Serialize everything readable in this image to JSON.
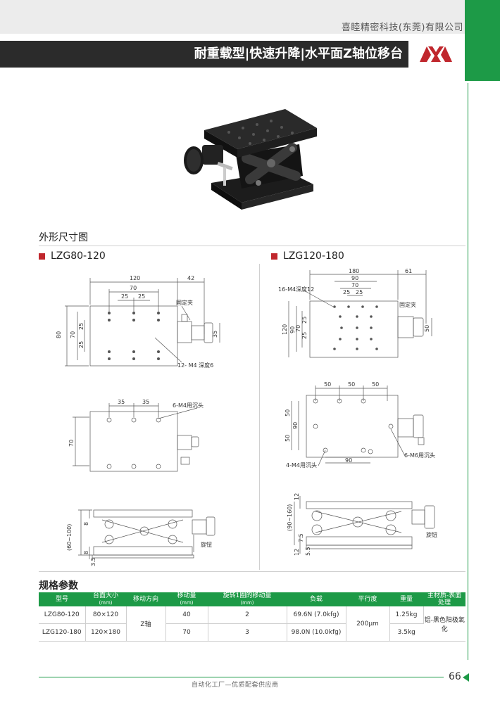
{
  "header": {
    "company": "喜睦精密科技(东莞)有限公司",
    "title": "耐重载型|快速升降|水平面Z轴位移台"
  },
  "section": {
    "dimensions_title": "外形尺寸图",
    "spec_title": "规格参数"
  },
  "models": {
    "left": "LZG80-120",
    "right": "LZG120-180"
  },
  "drawings": {
    "left_top": {
      "d120": "120",
      "d42": "42",
      "d70": "70",
      "d25a": "25",
      "d25b": "25",
      "d80": "80",
      "d70v": "70",
      "d25v1": "25",
      "d25v2": "25",
      "d35": "35",
      "clamp": "固定夹",
      "holes": "12- M4 深度6"
    },
    "left_mid": {
      "d35a": "35",
      "d35b": "35",
      "d70": "70",
      "holes": "6-M4用沉头"
    },
    "left_bot": {
      "range": "(60~100)",
      "d8a": "8",
      "d8b": "8",
      "d35": "3.5",
      "knob": "旋钮"
    },
    "right_top": {
      "d180": "180",
      "d61": "61",
      "d90": "90",
      "d70": "70",
      "d25a": "25",
      "d25b": "25",
      "d120": "120",
      "d90v": "90",
      "d70v": "70",
      "d25v1": "25",
      "d25v2": "25",
      "d50": "50",
      "clamp": "固定夹",
      "holes": "16-M4深度12"
    },
    "right_mid": {
      "d50a": "50",
      "d50b": "50",
      "d50c": "50",
      "d50v1": "50",
      "d90v": "90",
      "d50v2": "50",
      "d90": "90",
      "holes1": "4-M4用沉头",
      "holes2": "6-M6用沉头"
    },
    "right_bot": {
      "range": "(90~160)",
      "d12a": "12",
      "d75": "7.5",
      "d12b": "12",
      "d55": "5.5",
      "knob": "旋钮"
    }
  },
  "spec_table": {
    "headers": [
      {
        "main": "型号",
        "sub": ""
      },
      {
        "main": "台面大小",
        "sub": "(mm)"
      },
      {
        "main": "移动方向",
        "sub": ""
      },
      {
        "main": "移动量",
        "sub": "(mm)"
      },
      {
        "main": "旋转1圈的移动量",
        "sub": "(mm)"
      },
      {
        "main": "负载",
        "sub": ""
      },
      {
        "main": "平行度",
        "sub": ""
      },
      {
        "main": "重量",
        "sub": ""
      },
      {
        "main": "主材质-表面处理",
        "sub": ""
      }
    ],
    "rows": [
      {
        "model": "LZG80-120",
        "size": "80×120",
        "travel": "40",
        "per_rev": "2",
        "load": "69.6N (7.0kfg)",
        "weight": "1.25kg"
      },
      {
        "model": "LZG120-180",
        "size": "120×180",
        "travel": "70",
        "per_rev": "3",
        "load": "98.0N (10.0kfg)",
        "weight": "3.5kg"
      }
    ],
    "direction": "Z轴",
    "parallelism": "200μm",
    "material": "铝-黑色阳极氧化"
  },
  "footer": {
    "text": "自动化工厂—优质配套供应商",
    "page": "66"
  },
  "colors": {
    "accent_green": "#1d9a47",
    "title_bg": "#2b2b2b",
    "bullet_red": "#c0272d",
    "logo_red": "#c0272d"
  }
}
